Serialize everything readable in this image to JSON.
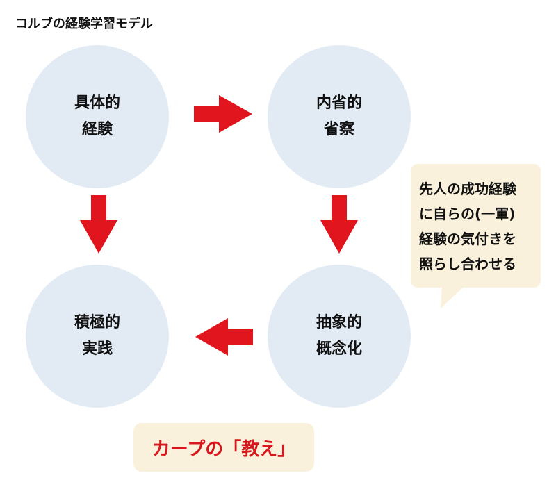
{
  "title": "コルブの経験学習モデル",
  "colors": {
    "circle_fill": "#e2ebf4",
    "arrow": "#e0151d",
    "callout_fill": "#faf1dc",
    "accent_text": "#d7161e"
  },
  "stages": [
    {
      "line1": "具体的",
      "line2": "経験"
    },
    {
      "line1": "内省的",
      "line2": "省察"
    },
    {
      "line1": "抽象的",
      "line2": "概念化"
    },
    {
      "line1": "積極的",
      "line2": "実践"
    }
  ],
  "arrows": [
    {
      "from": "具体的経験",
      "to": "内省的省察",
      "direction": "right"
    },
    {
      "from": "内省的省察",
      "to": "抽象的概念化",
      "direction": "down"
    },
    {
      "from": "抽象的概念化",
      "to": "積極的実践",
      "direction": "left"
    },
    {
      "from": "具体的経験",
      "to": "積極的実践",
      "direction": "down"
    }
  ],
  "callout": {
    "lines": [
      "先人の成功経験",
      "に自らの(一軍)",
      "経験の気付きを",
      "照らし合わせる"
    ]
  },
  "footer_label": "カープの「教え」"
}
